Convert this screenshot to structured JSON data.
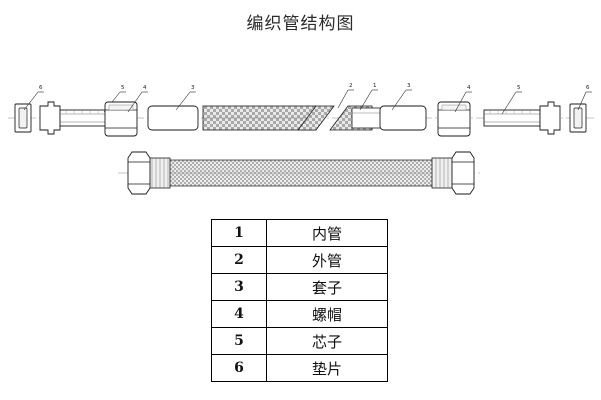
{
  "title": "编织管结构图",
  "diagram": {
    "exploded_label": "exploded-parts-view",
    "assembly_label": "assembled-hose-view",
    "callouts": [
      {
        "number": "6",
        "target": "gasket-left"
      },
      {
        "number": "5",
        "target": "core-left"
      },
      {
        "number": "4",
        "target": "nut-left"
      },
      {
        "number": "3",
        "target": "sleeve-left"
      },
      {
        "number": "2",
        "target": "outer-braid-tube"
      },
      {
        "number": "1",
        "target": "inner-tube"
      },
      {
        "number": "3",
        "target": "sleeve-right"
      },
      {
        "number": "4",
        "target": "nut-right"
      },
      {
        "number": "5",
        "target": "core-right"
      },
      {
        "number": "6",
        "target": "gasket-right"
      }
    ],
    "colors": {
      "line": "#1a1a1a",
      "braid_light": "#d8d8d8",
      "braid_dark": "#9a9a9a",
      "centerline": "#777777",
      "fill": "#ffffff"
    }
  },
  "parts_table": {
    "rows": [
      {
        "index": "1",
        "name": "内管"
      },
      {
        "index": "2",
        "name": "外管"
      },
      {
        "index": "3",
        "name": "套子"
      },
      {
        "index": "4",
        "name": "螺帽"
      },
      {
        "index": "5",
        "name": "芯子"
      },
      {
        "index": "6",
        "name": "垫片"
      }
    ]
  }
}
